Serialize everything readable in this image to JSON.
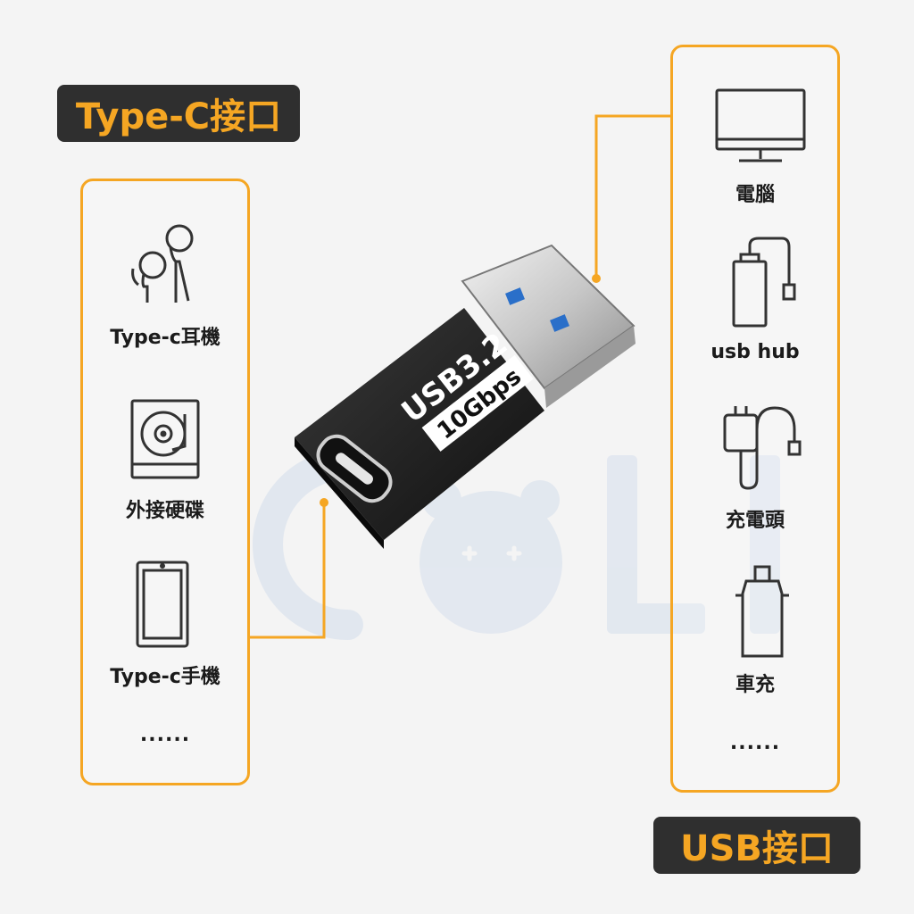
{
  "left_panel": {
    "heading": "Type-C接口",
    "items": [
      {
        "label": "Type-c耳機",
        "icon": "earphones-icon"
      },
      {
        "label": "外接硬碟",
        "icon": "hard-drive-icon"
      },
      {
        "label": "Type-c手機",
        "icon": "smartphone-icon"
      }
    ],
    "more": "......"
  },
  "right_panel": {
    "heading": "USB接口",
    "items": [
      {
        "label": "電腦",
        "icon": "monitor-icon"
      },
      {
        "label": "usb hub",
        "icon": "usb-hub-icon"
      },
      {
        "label": "充電頭",
        "icon": "charger-icon"
      },
      {
        "label": "車充",
        "icon": "car-charger-icon"
      }
    ],
    "more": "......"
  },
  "product": {
    "label_line1": "USB3.2",
    "label_line2": "10Gbps",
    "icon": "usb-a-to-type-c-adapter"
  },
  "colors": {
    "accent": "#f5a623",
    "tag_bg": "#2f2f2f",
    "background": "#f4f4f4",
    "watermark": "#dde3ec"
  }
}
